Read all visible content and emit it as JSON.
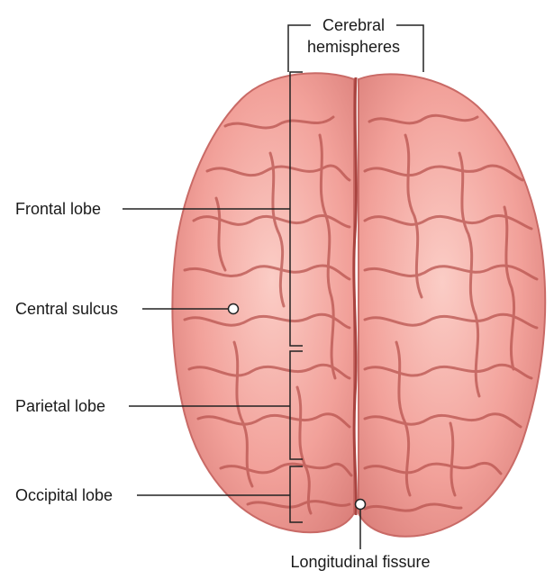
{
  "labels": {
    "cerebral_hemispheres_line1": "Cerebral",
    "cerebral_hemispheres_line2": "hemispheres",
    "frontal_lobe": "Frontal lobe",
    "central_sulcus": "Central sulcus",
    "parietal_lobe": "Parietal lobe",
    "occipital_lobe": "Occipital lobe",
    "longitudinal_fissure": "Longitudinal fissure"
  },
  "colors": {
    "brain_fill": "#f2a19a",
    "brain_highlight": "#fbcdc6",
    "brain_shadow": "#c96a66",
    "sulcus_line": "#b9544f",
    "leader_line": "#222222",
    "marker_fill": "#ffffff"
  }
}
